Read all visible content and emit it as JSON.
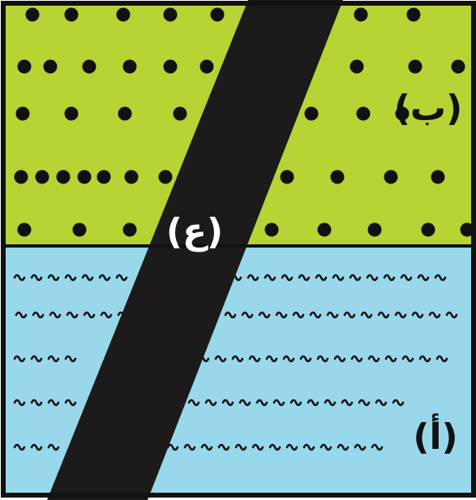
{
  "figure": {
    "colors": {
      "upper_layer": "#b6d434",
      "lower_layer": "#98d8ea",
      "dike": "#1c1a1a",
      "border": "#111111",
      "dots": "#111111",
      "waves": "#111111",
      "label_dark": "#111111",
      "label_light": "#ffffff"
    },
    "labels": {
      "upper_layer": "(ب)",
      "lower_layer": "(أ)",
      "intrusion": "(ع)"
    }
  }
}
